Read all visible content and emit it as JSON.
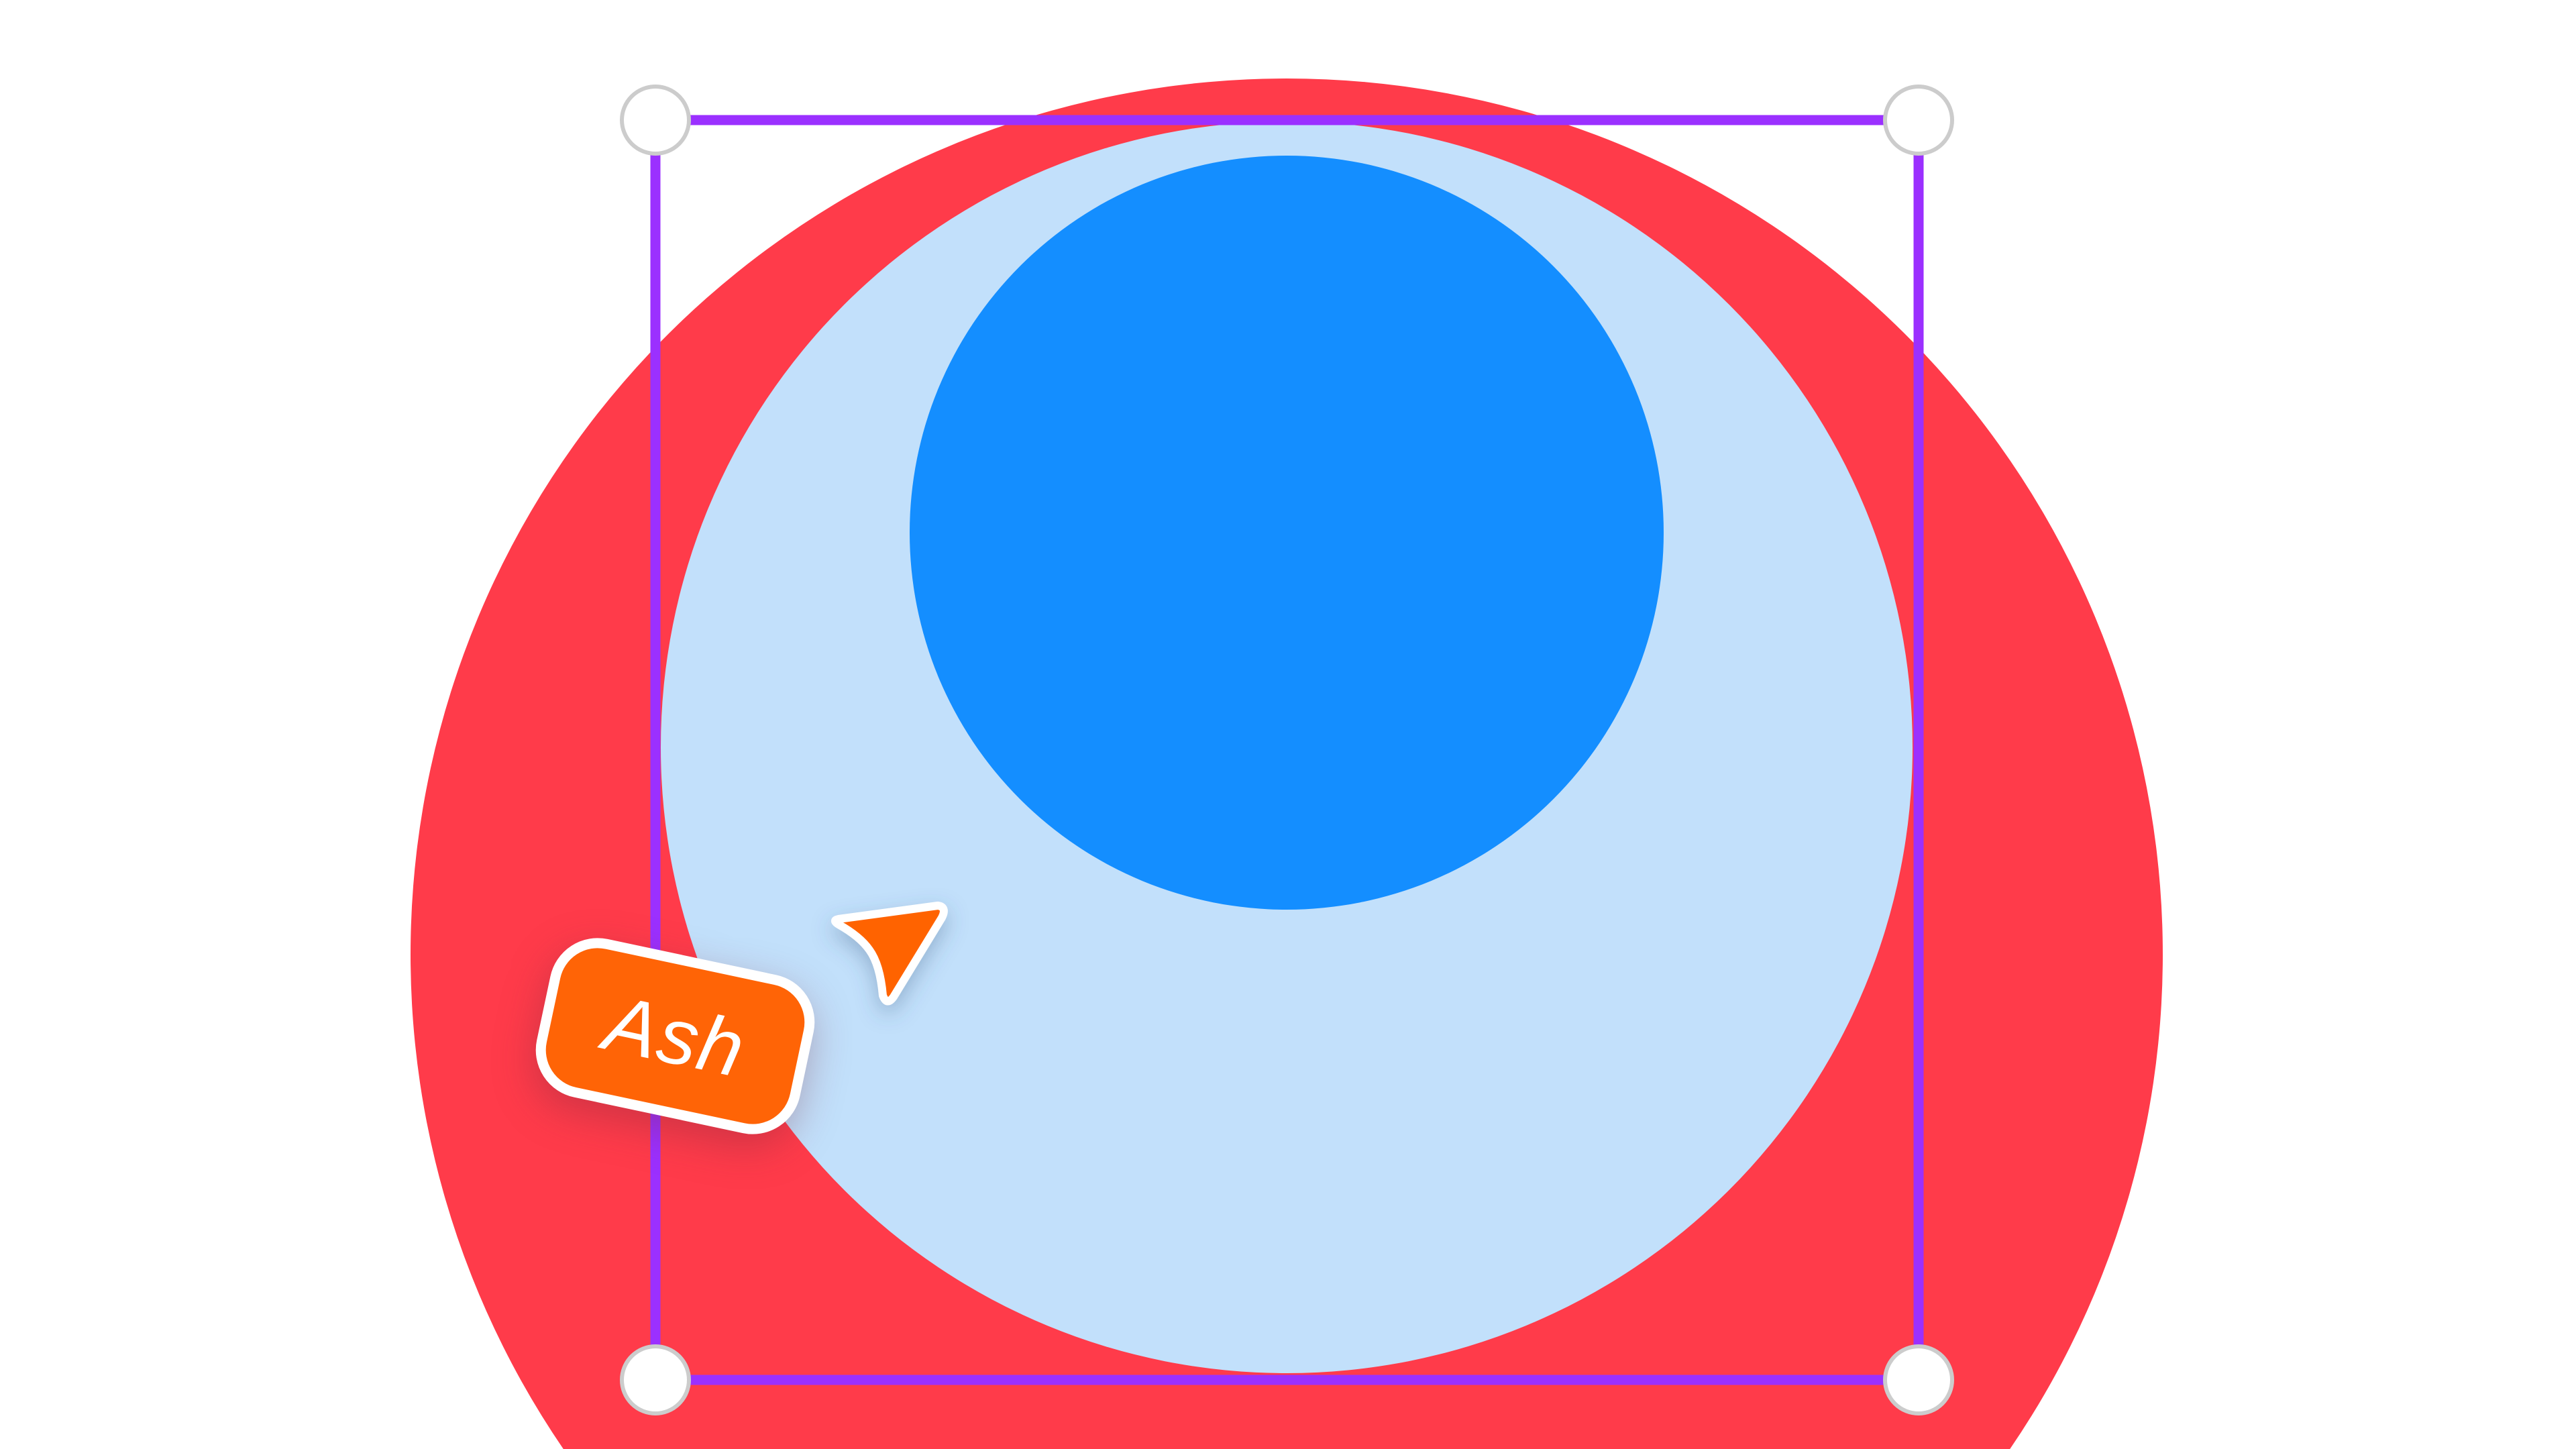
{
  "canvas": {
    "shapes": [
      {
        "name": "outer-circle",
        "color": "#FF3B4A"
      },
      {
        "name": "middle-circle",
        "color": "#C2E0FB"
      },
      {
        "name": "inner-circle",
        "color": "#148EFF"
      }
    ],
    "selection": {
      "color": "#9B30FF",
      "handle_fill": "#FFFFFF",
      "handle_stroke": "#CCCCCC"
    }
  },
  "collaborator": {
    "name": "Ash",
    "color": "#FF6406"
  }
}
